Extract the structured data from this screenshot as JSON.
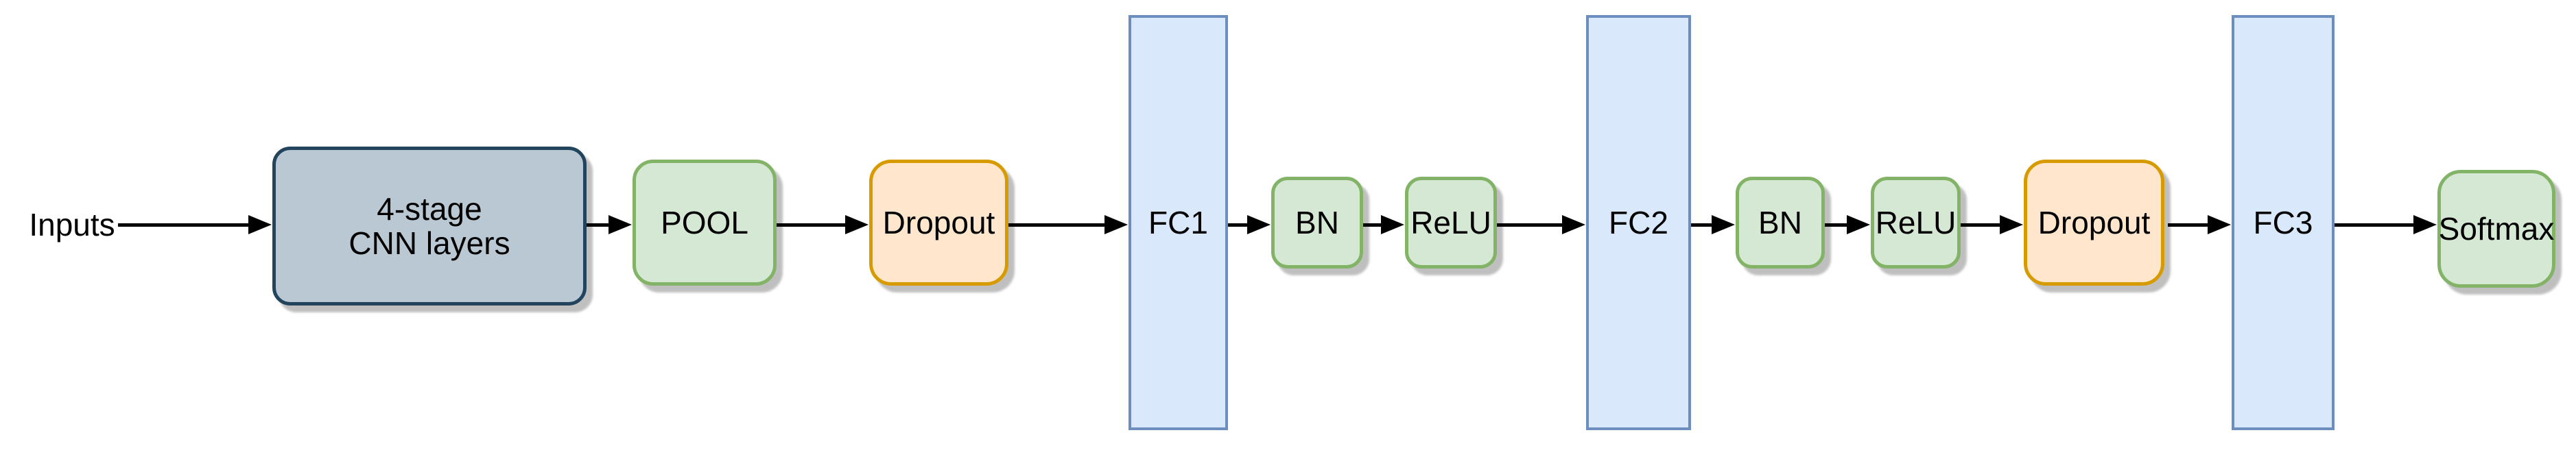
{
  "diagram": {
    "type": "flowchart",
    "description": "CNN model architecture pipeline, left-to-right flow",
    "background": "#ffffff",
    "input_label": "Inputs",
    "nodes": [
      {
        "id": "cnn",
        "label": "4-stage CNN layers",
        "label_line1": "4-stage",
        "label_line2": "CNN layers",
        "fill": "#bac8d3",
        "stroke": "#23445d",
        "shape": "rounded",
        "shadow": true
      },
      {
        "id": "pool",
        "label": "POOL",
        "fill": "#d5e8d4",
        "stroke": "#82b366",
        "shape": "rounded",
        "shadow": true
      },
      {
        "id": "dropout-1",
        "label": "Dropout",
        "fill": "#ffe6cc",
        "stroke": "#d79b00",
        "shape": "rounded",
        "shadow": true
      },
      {
        "id": "fc1",
        "label": "FC1",
        "fill": "#dae8fc",
        "stroke": "#6c8ebf",
        "shape": "rect",
        "shadow": false
      },
      {
        "id": "bn-1",
        "label": "BN",
        "fill": "#d5e8d4",
        "stroke": "#82b366",
        "shape": "rounded",
        "shadow": true
      },
      {
        "id": "relu-1",
        "label": "ReLU",
        "fill": "#d5e8d4",
        "stroke": "#82b366",
        "shape": "rounded",
        "shadow": true
      },
      {
        "id": "fc2",
        "label": "FC2",
        "fill": "#dae8fc",
        "stroke": "#6c8ebf",
        "shape": "rect",
        "shadow": false
      },
      {
        "id": "bn-2",
        "label": "BN",
        "fill": "#d5e8d4",
        "stroke": "#82b366",
        "shape": "rounded",
        "shadow": true
      },
      {
        "id": "relu-2",
        "label": "ReLU",
        "fill": "#d5e8d4",
        "stroke": "#82b366",
        "shape": "rounded",
        "shadow": true
      },
      {
        "id": "dropout-2",
        "label": "Dropout",
        "fill": "#ffe6cc",
        "stroke": "#d79b00",
        "shape": "rounded",
        "shadow": true
      },
      {
        "id": "fc3",
        "label": "FC3",
        "fill": "#dae8fc",
        "stroke": "#6c8ebf",
        "shape": "rect",
        "shadow": false
      },
      {
        "id": "softmax",
        "label": "Softmax",
        "fill": "#d5e8d4",
        "stroke": "#82b366",
        "shape": "rounded",
        "shadow": true
      }
    ],
    "edges": [
      "Inputs -> 4-stage CNN layers",
      "4-stage CNN layers -> POOL",
      "POOL -> Dropout",
      "Dropout -> FC1",
      "FC1 -> BN",
      "BN -> ReLU",
      "ReLU -> FC2",
      "FC2 -> BN",
      "BN -> ReLU",
      "ReLU -> Dropout",
      "Dropout -> FC3",
      "FC3 -> Softmax"
    ],
    "arrow_color": "#000000",
    "text_color": "#000000"
  }
}
